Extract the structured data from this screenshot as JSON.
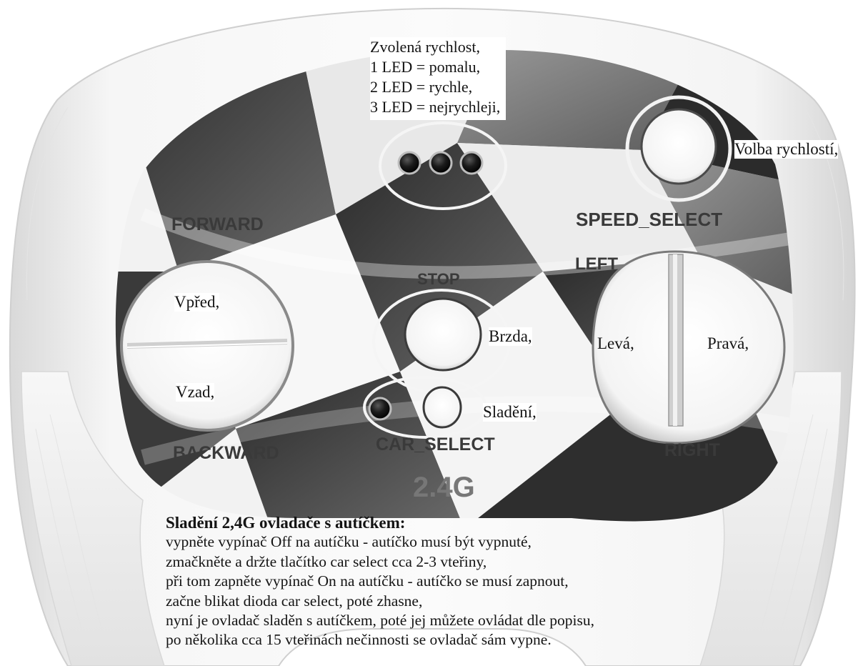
{
  "panel": {
    "forward": "FORWARD",
    "backward": "BACKWARD",
    "stop": "STOP",
    "speed_select": "SPEED_SELECT",
    "left": "LEFT",
    "right": "RIGHT",
    "car_select": "CAR_SELECT",
    "band": "2.4G",
    "speed_led_count": 3
  },
  "annotations": {
    "speed_leds": [
      "Zvolená rychlost,",
      "1 LED = pomalu,",
      "2 LED = rychle,",
      "3 LED = nejrychleji,"
    ],
    "speed_button": "Volba rychlostí,",
    "forward": "Vpřed,",
    "backward": "Vzad,",
    "stop": "Brzda,",
    "car_select": "Sladění,",
    "left": "Levá,",
    "right": "Pravá,"
  },
  "instructions": {
    "title": "Sladění 2,4G ovladače s autíčkem:",
    "lines": [
      "vypněte vypínač Off na autíčku - autíčko musí být vypnuté,",
      "zmačkněte a držte tlačítko car select cca 2-3 vteřiny,",
      "při tom zapněte vypínač On na autíčku - autíčko se musí zapnout,",
      "začne blikat dioda car select, poté zhasne,",
      "nyní je ovladač sladěn s autíčkem, poté jej můžete ovládat dle popisu,",
      "po několika cca 15 vteřinách nečinnosti se ovladač sám vypne."
    ]
  }
}
